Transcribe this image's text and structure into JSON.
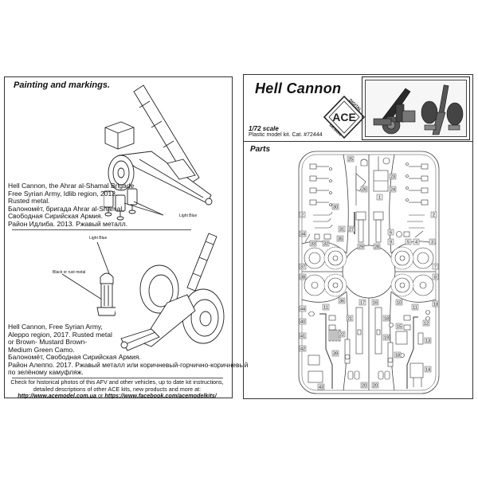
{
  "left_panel": {
    "heading": "Painting and markings.",
    "scheme1": {
      "lines": [
        "Hell Cannon, the Ahrar al-Shamal Brigade",
        "Free Syrian Army, Idlib region, 2013.",
        "Rusted metal.",
        "Балономёт, бригада Ahrar al-Shamal,",
        "Свободная Сирийская Армия.",
        "Район Идлиба. 2013. Ржавый металл."
      ],
      "callout_light_blue": "Light Blue"
    },
    "scheme2": {
      "lines": [
        "Hell Cannon, Free Syrian Army,",
        "Aleppo region, 2017. Rusted metal",
        "or Brown- Mustard Brown-",
        "Medium Green Camo.",
        "Балономёт, Свободная Сирийская Армия.",
        "Район Алеппо. 2017. Ржавый металл или коричневый-горчично-коричневый",
        "по зелёному камуфляж."
      ],
      "callout_light_blue": "Light Blue",
      "callout_black_rust": "Black or rust metal"
    },
    "footer": {
      "line1": "Check for historical photos of this AFV and  other vehicles, up to date kit instructions,",
      "line2": "detailed descriptions of other ACE kits, new products and more at:",
      "link1": "http://www.acemodel.com.ua",
      "or": " or ",
      "link2": "https://www.facebook.com/acemodelkits/"
    }
  },
  "right_panel": {
    "title": "Hell Cannon",
    "scale": "1/72 scale",
    "catalog": "Plastic model kit. Cat. #72444",
    "logo_text": {
      "main": "ACE",
      "top": "DIGITAL",
      "bottom": "DESIGN"
    },
    "parts_heading": "Parts",
    "part_numbers": {
      "p1": "1",
      "p2a": "2",
      "p2b": "2",
      "p3": "3",
      "p4": "4",
      "p5": "5",
      "p6": "6",
      "p7": "7",
      "p8": "8",
      "p9": "9",
      "p10": "10",
      "p11a": "11",
      "p11b": "11",
      "p12": "12",
      "p13": "13",
      "p14": "14",
      "p15": "15",
      "p16": "16",
      "p17": "17",
      "p18a": "18",
      "p18b": "18",
      "p18c": "18",
      "p19": "19",
      "p20a": "20",
      "p20b": "20",
      "p21": "21",
      "p22": "22",
      "p23": "23",
      "p24": "24",
      "p25": "25",
      "p26": "26",
      "p27": "27",
      "p28": "28",
      "p29": "29",
      "p30": "30",
      "p31": "31",
      "p32": "32",
      "p33": "33",
      "p34": "34",
      "p35": "35",
      "p36": "36",
      "p37": "37",
      "p38": "38",
      "p39": "39",
      "p40": "40",
      "p41": "41",
      "p42": "42",
      "p43": "43",
      "p44": "44"
    }
  },
  "colors": {
    "line": "#333333",
    "text": "#111111",
    "paper": "#ffffff"
  }
}
